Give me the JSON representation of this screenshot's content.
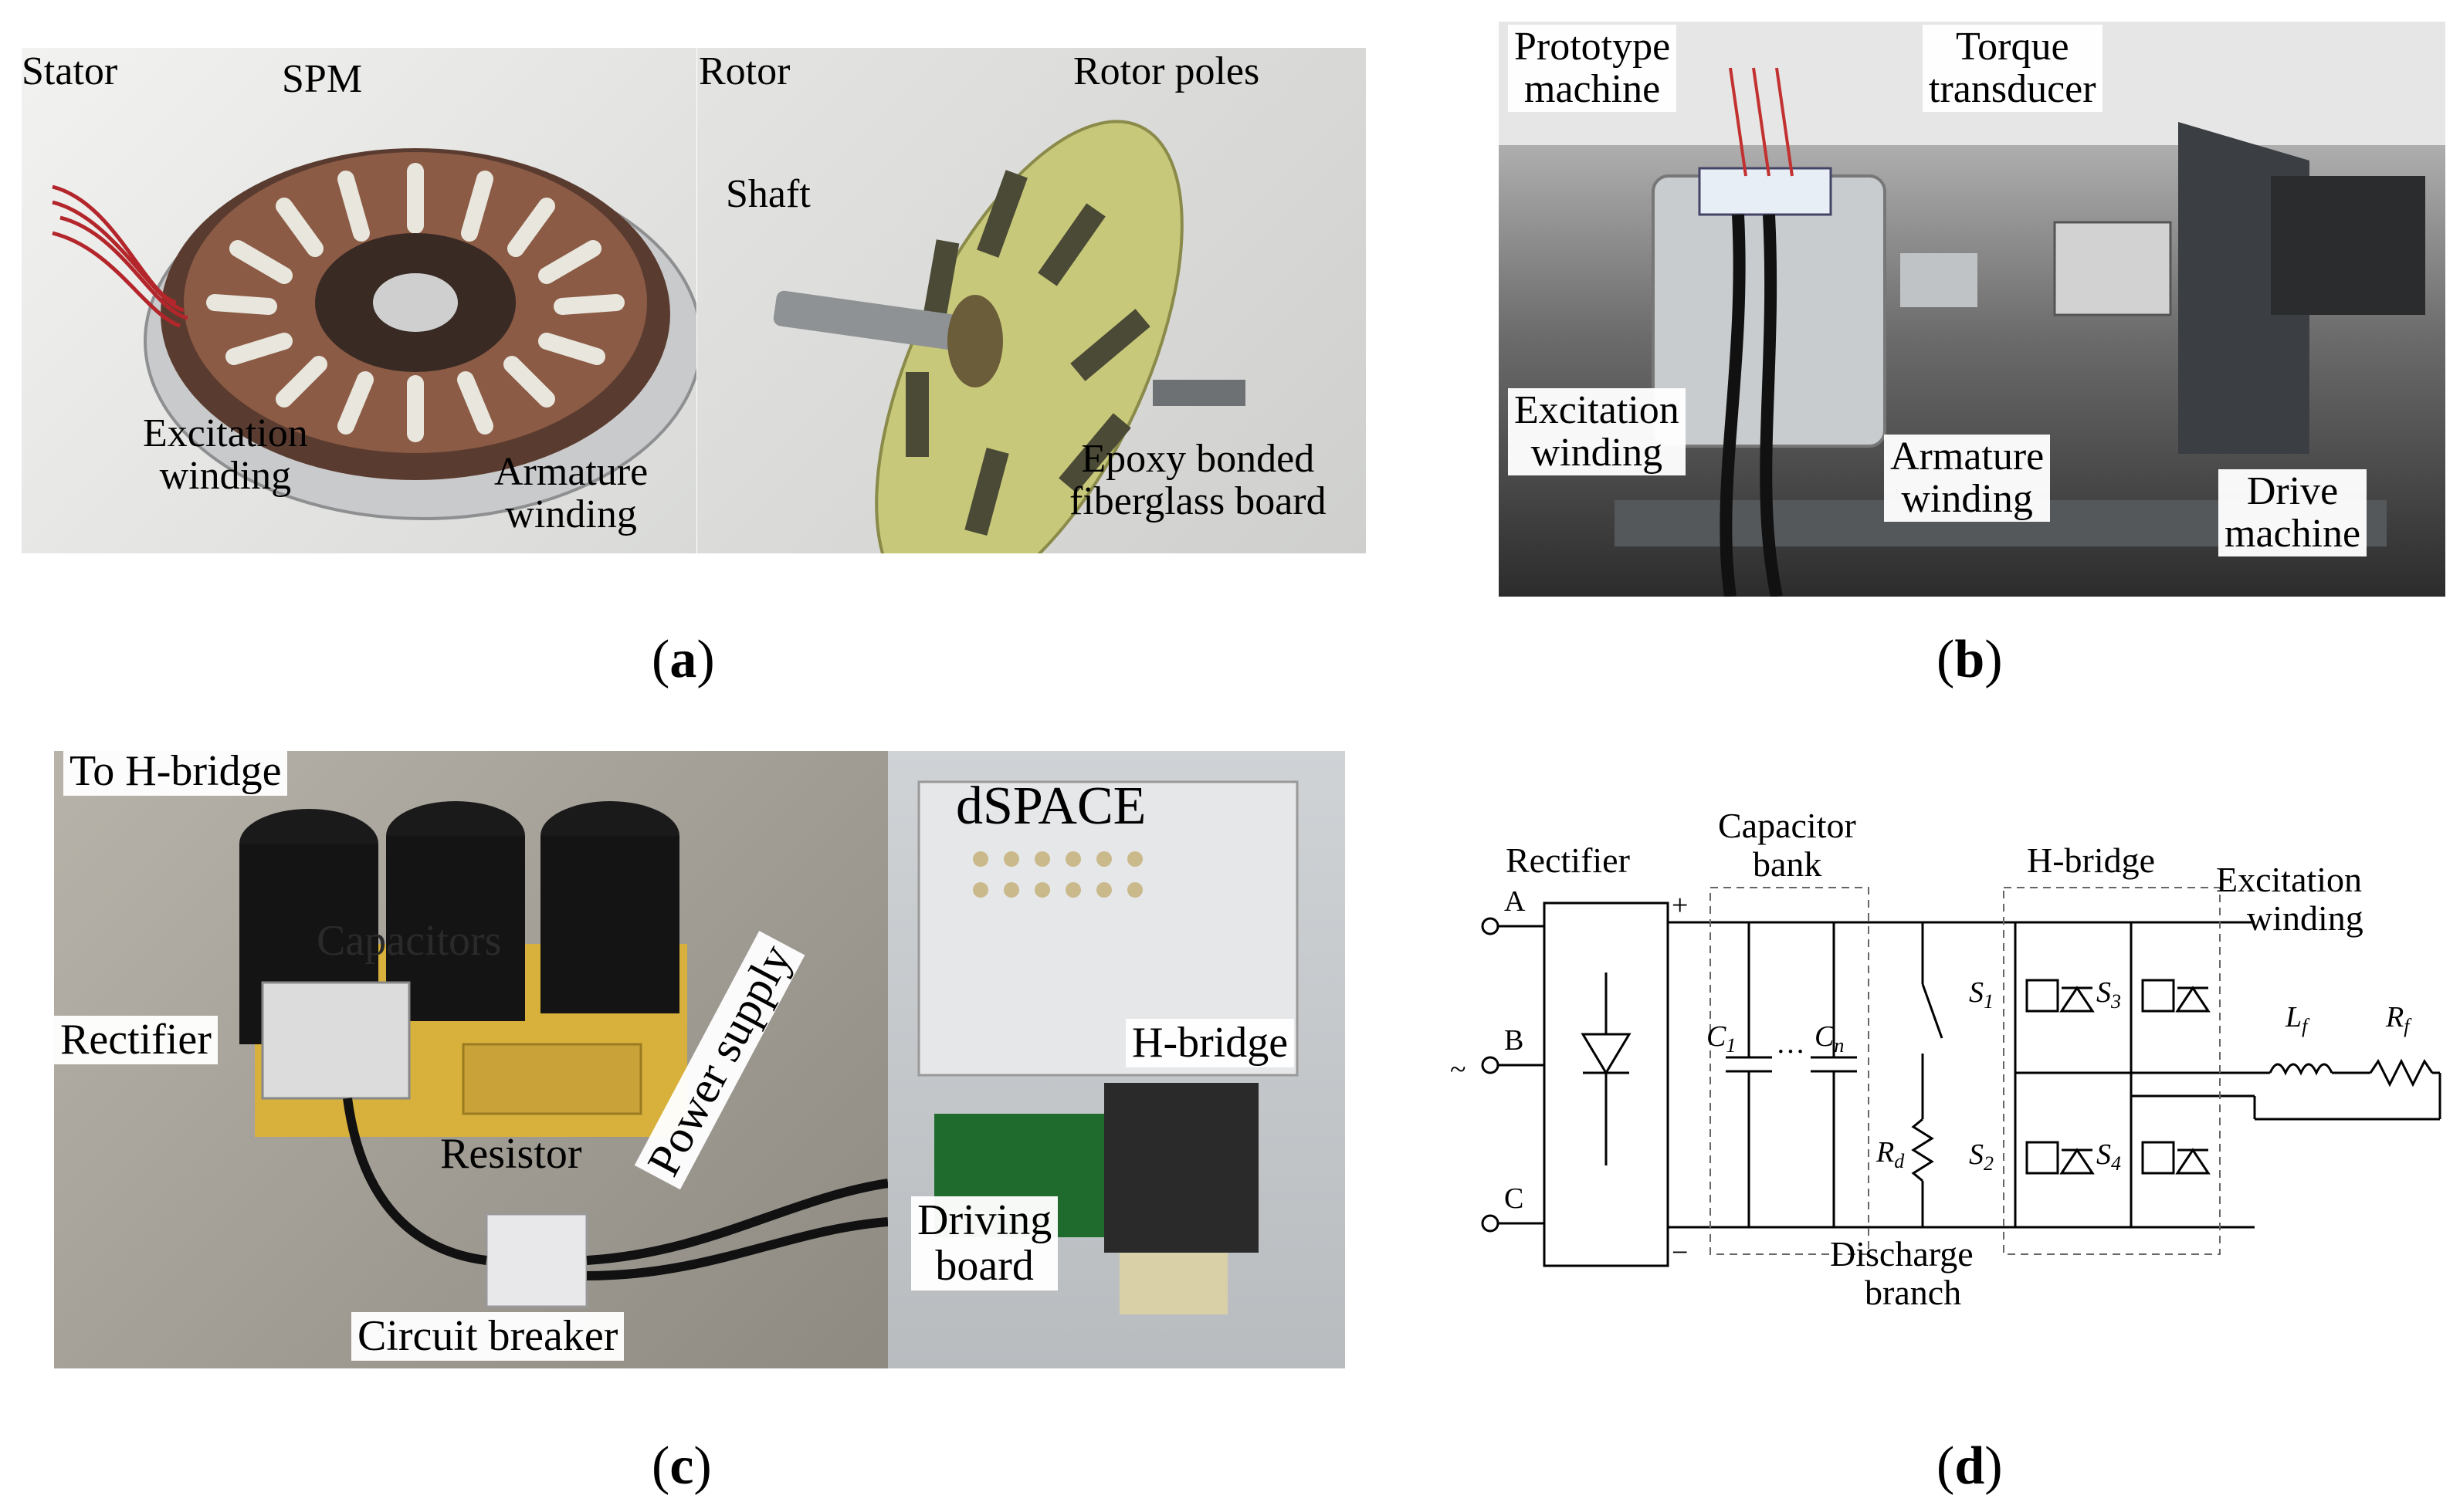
{
  "figure": {
    "a": {
      "caption_letter": "a",
      "stator_title": "Stator",
      "rotor_title": "Rotor",
      "spm": "SPM",
      "excitation_winding": "Excitation\nwinding",
      "armature_winding": "Armature\nwinding",
      "shaft": "Shaft",
      "rotor_poles": "Rotor poles",
      "epoxy": "Epoxy bonded\nfiberglass board"
    },
    "b": {
      "caption_letter": "b",
      "prototype_machine": "Prototype\nmachine",
      "torque_transducer": "Torque\ntransducer",
      "excitation_winding": "Excitation\nwinding",
      "armature_winding": "Armature\nwinding",
      "drive_machine": "Drive\nmachine"
    },
    "c": {
      "caption_letter": "c",
      "to_h_bridge": "To H-bridge",
      "capacitors": "Capacitors",
      "rectifier": "Rectifier",
      "resistor": "Resistor",
      "power_supply": "Power supply",
      "circuit_breaker": "Circuit breaker",
      "dspace": "dSPACE",
      "h_bridge": "H-bridge",
      "driving_board": "Driving\nboard"
    },
    "d": {
      "caption_letter": "d",
      "rectifier": "Rectifier",
      "capacitor_bank": "Capacitor\nbank",
      "h_bridge": "H-bridge",
      "excitation_winding": "Excitation\nwinding",
      "discharge_branch": "Discharge\nbranch",
      "phase_a": "A",
      "phase_b": "B",
      "phase_c": "C",
      "ac_symbol": "~",
      "plus": "+",
      "minus": "−",
      "c1": "C",
      "c1_sub": "1",
      "cn": "C",
      "cn_sub": "n",
      "dots": "···",
      "rd": "R",
      "rd_sub": "d",
      "s1": "S",
      "s1_sub": "1",
      "s2": "S",
      "s2_sub": "2",
      "s3": "S",
      "s3_sub": "3",
      "s4": "S",
      "s4_sub": "4",
      "lf": "L",
      "lf_sub": "f",
      "rf": "R",
      "rf_sub": "f"
    }
  }
}
